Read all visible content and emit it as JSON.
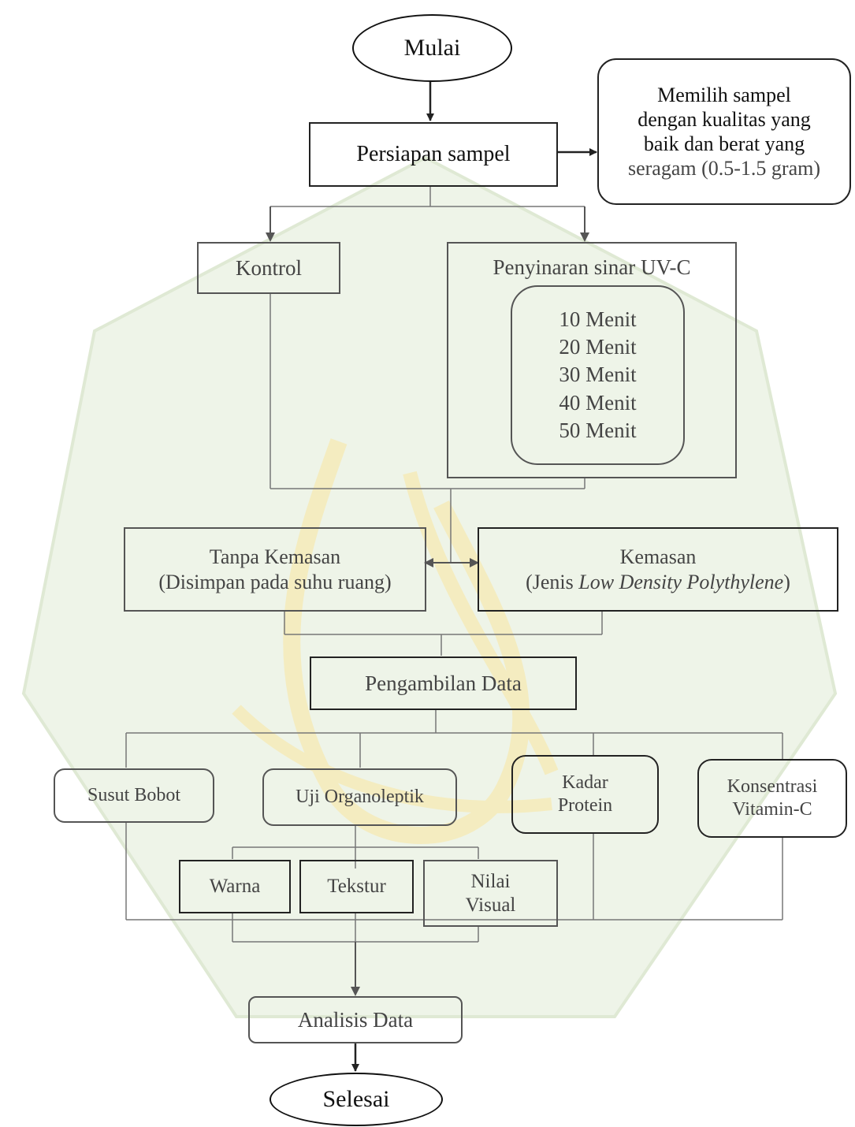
{
  "nodes": {
    "start": "Mulai",
    "prep": "Persiapan sampel",
    "note": [
      "Memilih sampel",
      "dengan kualitas yang",
      "baik dan berat yang",
      "seragam (0.5-1.5 gram)"
    ],
    "control": "Kontrol",
    "uv_title": "Penyinaran sinar UV-C",
    "uv_durations": [
      "10 Menit",
      "20 Menit",
      "30 Menit",
      "40 Menit",
      "50 Menit"
    ],
    "no_pack_line1": "Tanpa Kemasan",
    "no_pack_line2": "(Disimpan pada suhu ruang)",
    "pack_line1": "Kemasan",
    "pack_line2_pre": "(Jenis ",
    "pack_line2_em": "Low Density Polythylene",
    "pack_line2_post": ")",
    "data_collection": "Pengambilan Data",
    "weight_loss": "Susut Bobot",
    "organoleptic": "Uji Organoleptik",
    "protein": [
      "Kadar",
      "Protein"
    ],
    "vitc": [
      "Konsentrasi",
      "Vitamin-C"
    ],
    "color": "Warna",
    "texture": "Tekstur",
    "visual": [
      "Nilai",
      "Visual"
    ],
    "analysis": "Analisis Data",
    "end": "Selesai"
  },
  "colors": {
    "watermark_green": "#e6efdb",
    "watermark_yellow": "#f6efc6",
    "line_dark": "#222222",
    "line_grey": "#555555"
  }
}
